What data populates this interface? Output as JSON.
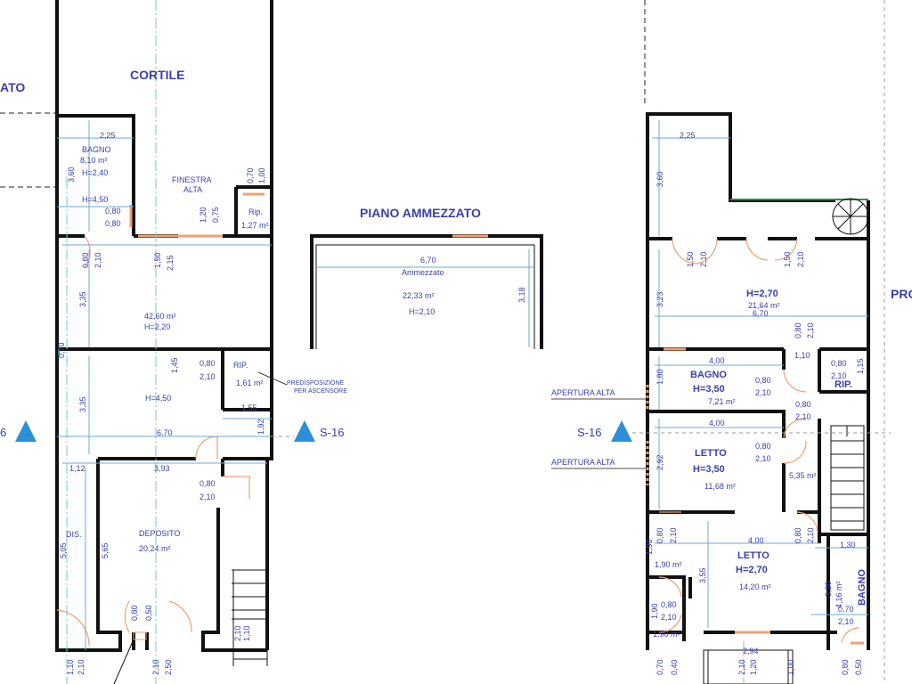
{
  "left_plan": {
    "edge_label": "ATO",
    "cortile": "CORTILE",
    "bagno": {
      "name": "BAGNO",
      "area": "8,10 m²",
      "height": "H=2,40",
      "h450": "H=4,50"
    },
    "finestra_alta": [
      "FINESTRA",
      "ALTA"
    ],
    "rip_small": {
      "name": "Rip.",
      "area": "1,27 m²"
    },
    "main_room": {
      "area": "42,60 m²",
      "height": "H=2,20"
    },
    "rip_lower": {
      "name": "RIP.",
      "area": "1,61 m²"
    },
    "ascensore_note": [
      "PREDISPOSIZIONE",
      "PER ASCENSORE"
    ],
    "h450_lower": "H=4,50",
    "deposito": {
      "name": "DEPOSITO",
      "area": "20,24 m²"
    },
    "dis": "DIS.",
    "section_left": "6",
    "dims": [
      "2,25",
      "3,60",
      "0,80",
      "0,80",
      "0,70",
      "1,00",
      "1,20",
      "0,75",
      "0,80",
      "2,10",
      "1,50",
      "2,15",
      "3,35",
      "0,70",
      "1,45",
      "0,80",
      "2,10",
      "3,35",
      "1,55",
      "1,92",
      "6,70",
      "1,12",
      "3,93",
      "0,80",
      "2,10",
      "5,05",
      "5,65",
      "0,80",
      "0,50",
      "1,10",
      "2,10",
      "2,10",
      "1,10",
      "2,10",
      "2,50"
    ]
  },
  "middle": {
    "section_label": "S-16",
    "title": "PIANO AMMEZZATO",
    "room": {
      "width": "6,70",
      "name": "Ammezzato",
      "area": "22,33 m²",
      "height": "H=2,10",
      "depth": "3,18"
    }
  },
  "right_plan": {
    "edge_label": "PRO",
    "section_label": "S-16",
    "apertura_1": "APERTURA ALTA",
    "apertura_2": "APERTURA ALTA",
    "top_room": {
      "height": "H=2,70",
      "area": "21,64 m²",
      "width": "6,70"
    },
    "bagno": {
      "name": "BAGNO",
      "height": "H=3,50",
      "area": "7,21 m²"
    },
    "rip": "RIP.",
    "letto1": {
      "name": "LETTO",
      "height": "H=3,50",
      "area": "11,68 m²"
    },
    "stair_area": "5,35 m²",
    "letto2": {
      "name": "LETTO",
      "height": "H=2,70",
      "area": "14,20 m²"
    },
    "bagno2": {
      "name": "BAGNO",
      "area": "4,16 m²"
    },
    "small_area_1": "1,90 m²",
    "small_area_2": "1,90 m²",
    "dims": [
      "2,25",
      "3,60",
      "1,50",
      "2,10",
      "1,50",
      "2,10",
      "3,23",
      "0,80",
      "2,10",
      "4,00",
      "1,10",
      "0,80",
      "2,10",
      "1,15",
      "1,80",
      "0,80",
      "2,10",
      "0,80",
      "2,10",
      "4,00",
      "0,80",
      "2,10",
      "2,92",
      "1,90",
      "0,80",
      "2,10",
      "4,00",
      "0,80",
      "2,10",
      "1,30",
      "3,55",
      "3,20",
      "0,70",
      "2,10",
      "1,90",
      "0,80",
      "2,10",
      "2,94",
      "0,70",
      "0,40",
      "2,10",
      "1,20",
      "1,00",
      "0,80",
      "0,50"
    ]
  },
  "colors": {
    "text": "#3a3fa8",
    "dimension_line": "#6fa8d6",
    "door": "#f0a070",
    "section_marker": "#2b90d8",
    "window": "#2e8b57"
  }
}
